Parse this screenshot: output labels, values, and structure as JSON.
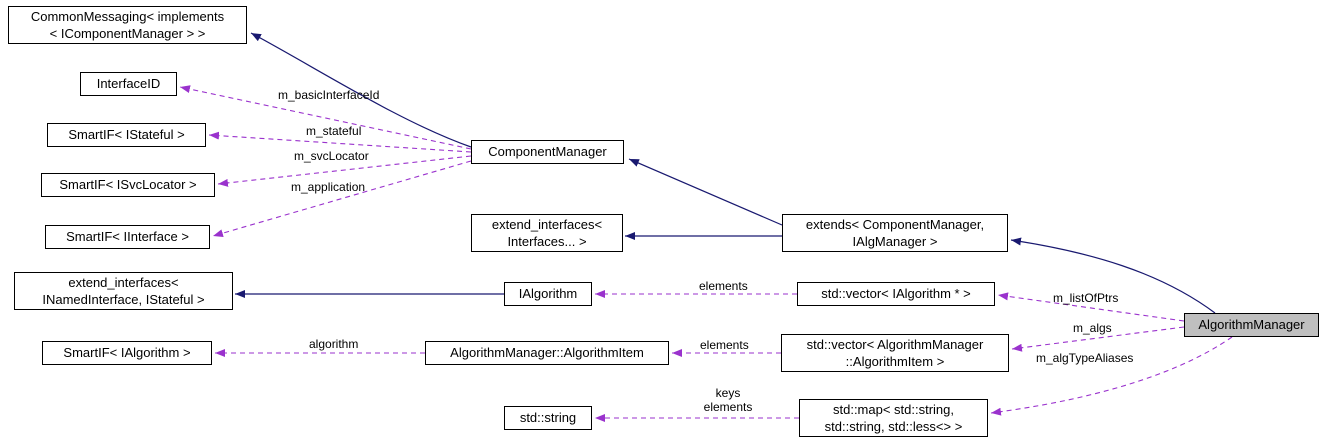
{
  "diagram": {
    "kind": "doxygen-collaboration-graph",
    "colors": {
      "inheritance_edge": "#191970",
      "usage_edge": "#9a32cd",
      "node_border": "#000000",
      "node_fill": "#ffffff",
      "highlight_fill": "#bfbfbf"
    },
    "nodes": {
      "commonMessaging": "CommonMessaging< implements\n< IComponentManager > >",
      "interfaceId": "InterfaceID",
      "smartifIStateful": "SmartIF< IStateful >",
      "smartifISvcLocator": "SmartIF< ISvcLocator >",
      "smartifIInterface": "SmartIF< IInterface >",
      "componentManager": "ComponentManager",
      "extendInterfacesVariadic": "extend_interfaces<\nInterfaces... >",
      "extendsComponentManager": "extends< ComponentManager,\nIAlgManager >",
      "extendInterfacesNamed": "extend_interfaces<\nINamedInterface, IStateful >",
      "iAlgorithm": "IAlgorithm",
      "vectorIAlgorithm": "std::vector< IAlgorithm * >",
      "smartifIAlgorithm": "SmartIF< IAlgorithm >",
      "algorithmItem": "AlgorithmManager::AlgorithmItem",
      "vectorAlgorithmItem": "std::vector< AlgorithmManager\n::AlgorithmItem >",
      "stdString": "std::string",
      "stdMap": "std::map< std::string,\nstd::string, std::less<> >",
      "algorithmManager": "AlgorithmManager"
    },
    "edge_labels": {
      "basicInterfaceId": "m_basicInterfaceId",
      "stateful": "m_stateful",
      "svcLocator": "m_svcLocator",
      "application": "m_application",
      "elementsPtrs": "elements",
      "listOfPtrs": "m_listOfPtrs",
      "elementsItems": "elements",
      "algorithm": "algorithm",
      "algs": "m_algs",
      "algTypeAliases": "m_algTypeAliases",
      "keysElements": "keys\nelements"
    }
  }
}
